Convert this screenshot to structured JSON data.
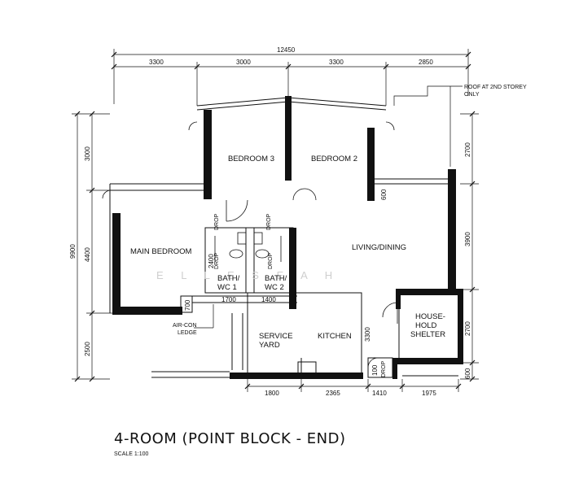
{
  "plan": {
    "title": "4-ROOM (POINT BLOCK - END)",
    "scale": "SCALE  1:100",
    "watermark": "E L L E   S E A H",
    "note": [
      "ROOF AT 2ND STOREY",
      "ONLY"
    ]
  },
  "rooms": {
    "bedroom3": "BEDROOM 3",
    "bedroom2": "BEDROOM 2",
    "main_bedroom": "MAIN BEDROOM",
    "living_dining": "LIVING/DINING",
    "bath1": [
      "BATH/",
      "WC 1"
    ],
    "bath2": [
      "BATH/",
      "WC 2"
    ],
    "service_yard": [
      "SERVICE",
      "YARD"
    ],
    "kitchen": "KITCHEN",
    "shelter": [
      "HOUSE-",
      "HOLD",
      "SHELTER"
    ],
    "aircon": [
      "AIR-CON",
      "LEDGE"
    ]
  },
  "drop": "DROP",
  "dimensions": {
    "top_total": "12450",
    "top": [
      "3300",
      "3000",
      "3300",
      "2850"
    ],
    "left_outer": "9900",
    "left_top": "3000",
    "left_mid": "4400",
    "left_bottom": "2500",
    "right": [
      "2700",
      "3900",
      "2700",
      "600"
    ],
    "bottom": [
      "1800",
      "2365",
      "1410",
      "1975"
    ],
    "inner": {
      "d600": "600",
      "d2400": "2400",
      "d1700": "1700",
      "d1400": "1400",
      "d700": "700",
      "d3300": "3300",
      "d100": "100"
    }
  }
}
